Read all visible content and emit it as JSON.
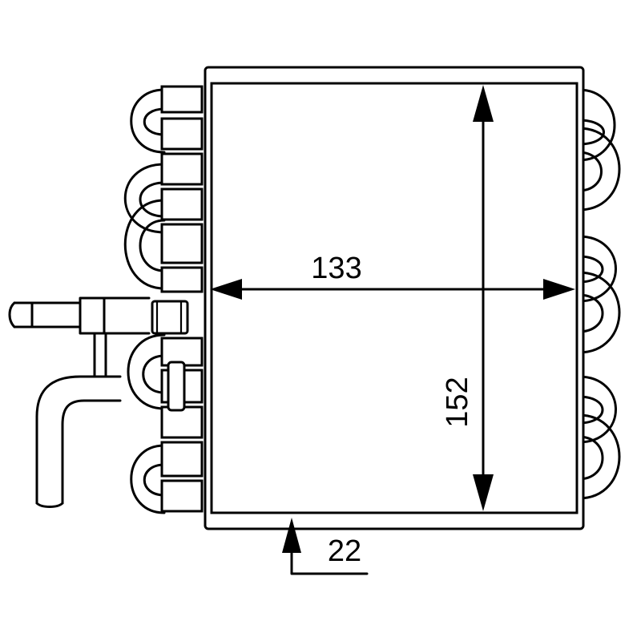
{
  "drawing": {
    "dimensions": {
      "width_label": "133",
      "height_label": "152",
      "depth_label": "22"
    }
  }
}
